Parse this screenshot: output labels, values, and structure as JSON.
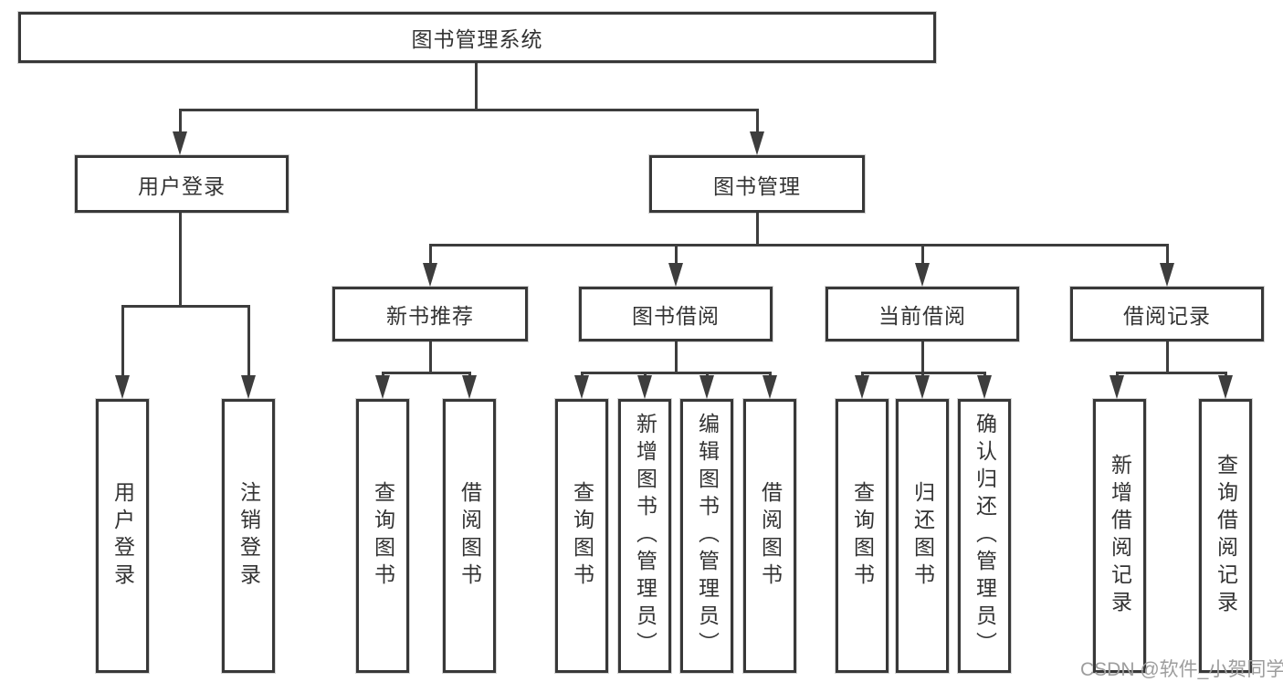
{
  "diagram": {
    "type": "hierarchy-tree",
    "root": {
      "label": "图书管理系统"
    },
    "branches": {
      "user_login": {
        "label": "用户登录",
        "children": [
          {
            "label": "用户登录"
          },
          {
            "label": "注销登录"
          }
        ]
      },
      "book_management": {
        "label": "图书管理",
        "modules": [
          {
            "label": "新书推荐",
            "children": [
              {
                "label": "查询图书"
              },
              {
                "label": "借阅图书"
              }
            ]
          },
          {
            "label": "图书借阅",
            "children": [
              {
                "label": "查询图书"
              },
              {
                "label": "新增图书（管理员）"
              },
              {
                "label": "编辑图书（管理员）"
              },
              {
                "label": "借阅图书"
              }
            ]
          },
          {
            "label": "当前借阅",
            "children": [
              {
                "label": "查询图书"
              },
              {
                "label": "归还图书"
              },
              {
                "label": "确认归还（管理员）"
              }
            ]
          },
          {
            "label": "借阅记录",
            "children": [
              {
                "label": "新增借阅记录"
              },
              {
                "label": "查询借阅记录"
              }
            ]
          }
        ]
      }
    }
  },
  "watermark": {
    "text": "CSDN @软件_小贺同学"
  },
  "colors": {
    "line": "#3d3d3d",
    "box_border": "#383838",
    "box_background": "#ffffff",
    "text": "#333333",
    "watermark": "#9d9d9d",
    "page_background": "#ffffff"
  }
}
